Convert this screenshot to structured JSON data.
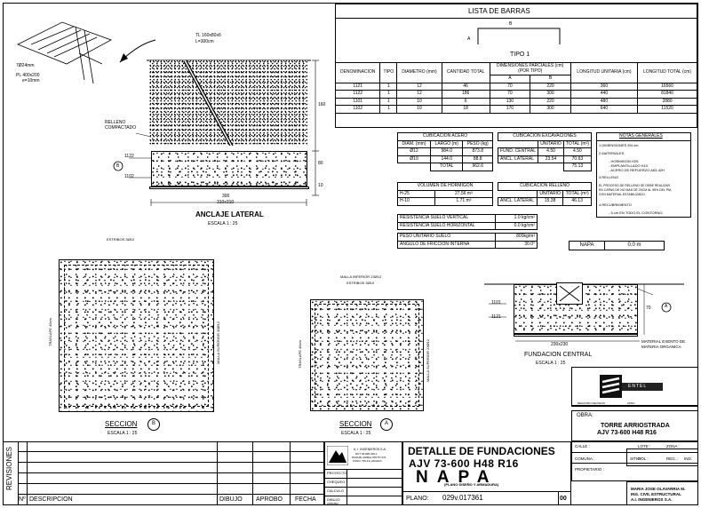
{
  "lista_barras": {
    "title": "LISTA DE BARRAS",
    "tipo_label": "TIPO 1",
    "shape_a": "A",
    "shape_b": "B",
    "headers": {
      "denominacion": "DENOMINACION",
      "tipo": "TIPO",
      "diametro": "DIAMETRO (mm)",
      "cantidad": "CANTIDAD TOTAL",
      "dimensiones": "DIMENSIONES PARCIALES (cm)",
      "por_tipo": "(POR TIPO)",
      "a": "A",
      "b": "B",
      "long_unit": "LONGITUD UNITARIA (cm)",
      "long_total": "LONGITUD TOTAL (cm)"
    },
    "rows": [
      [
        "1121",
        "1",
        "12",
        "46",
        "70",
        "220",
        "360",
        "16560"
      ],
      [
        "1122",
        "1",
        "12",
        "186",
        "70",
        "300",
        "440",
        "81840"
      ],
      [
        "1101",
        "1",
        "10",
        "6",
        "130",
        "220",
        "480",
        "2880"
      ],
      [
        "1102",
        "1",
        "10",
        "18",
        "170",
        "300",
        "640",
        "11520"
      ]
    ]
  },
  "cub_acero": {
    "title": "CUBICACION ACERO",
    "h_diam": "DIAM. (mm)",
    "h_largo": "LARGO (m)",
    "h_peso": "PESO (kg)",
    "rows": [
      [
        "Ø12",
        "984.0",
        "873.8"
      ],
      [
        "Ø10",
        "144.0",
        "88.8"
      ]
    ],
    "total_label": "TOTAL",
    "total": "962.6"
  },
  "cub_exc": {
    "title": "CUBICACION EXCAVACIONES",
    "h_unit": "UNITARIO",
    "h_total": "TOTAL (m³)",
    "rows": [
      [
        "FUND. CENTRAL",
        "4.50",
        "4.50"
      ],
      [
        "ANCL. LATERAL",
        "23.54",
        "70.63"
      ]
    ],
    "total": "75.13"
  },
  "vol_horm": {
    "title": "VOLUMEN DE HORMIGON",
    "rows": [
      [
        "H-25",
        "27.56 m³"
      ],
      [
        "H-10",
        "1.71 m³"
      ]
    ]
  },
  "cub_relleno": {
    "title": "CUBICACION RELLENO",
    "h_unit": "UNITARIO",
    "h_total": "TOTAL (m³)",
    "row": [
      "ANCL. LATERAL",
      "15.38",
      "46.13"
    ]
  },
  "suelo": {
    "rows": [
      [
        "RESISTENCIA SUELO VERTICAL",
        "1.0 kg/cm²"
      ],
      [
        "RESISTENCIA SUELO HORIZONTAL",
        "0.0 kg/cm²"
      ],
      [
        "PESO UNITARIO SUELO",
        "800kg/m³"
      ],
      [
        "ANGULO DE FRICCION INTERNA",
        "30.0°"
      ]
    ]
  },
  "notas": {
    "title": "NOTAS GENERALES",
    "lines": [
      "1.DIMENSIONES EN cm",
      "2.MATERIALES",
      "- HORMIGON  H25",
      "- EMPLANTILLADO H10",
      "- ACERO DE REFUERZO A63-42H",
      "3.RELLENO",
      "EL PROCESO DE RELLENO SE DEBE REALIZAR",
      "EN CAPAS DE NO MAS DE 20CM AL 95% DEL PM,",
      "CON MATERIAL ESTABILIZADO.",
      "4.RECUBRIMIENTO",
      "- 5 cm EN TODO EL CONTORNO."
    ]
  },
  "napa": {
    "label": "NAPA",
    "value": "0.0 m"
  },
  "anclaje": {
    "title": "ANCLAJE LATERAL",
    "scale": "ESCALA 1 : 25",
    "tl": "TL 160x80x6",
    "tl2": "L=300cm",
    "pernos": "7Ø24mm",
    "pl": "PL 400x200",
    "pl2": "e=10mm",
    "relleno": "RELLENO",
    "relleno2": "COMPACTADO",
    "b1122": "1122",
    "b1102": "1102",
    "b_circle": "B",
    "dim_300": "300",
    "dim_300b": "310x310",
    "dim_160": "160",
    "dim_80": "80",
    "dim_10": "10"
  },
  "seccion_b": {
    "title": "SECCION",
    "letter": "B",
    "scale": "ESCALA 1 : 25",
    "top_label": "ESTRIBOS 3Ø10",
    "left_label": "TRASLAPE 40cm",
    "right_label": "MALLA SUPERIOR 30Ø12"
  },
  "seccion_a": {
    "title": "SECCION",
    "letter": "A",
    "scale": "ESCALA 1 : 25",
    "top1": "MALLA INFERIOR 23Ø12",
    "top2": "ESTRIBOS 3Ø10",
    "left_label": "TRASLAPE 40cm",
    "right_label": "MALLA SUPERIOR 23Ø12"
  },
  "fundacion": {
    "title": "FUNDACION CENTRAL",
    "scale": "ESCALA 1 : 25",
    "b1101": "1101",
    "b1121": "1121",
    "dim": "230x230",
    "dim_70": "70",
    "circ_a": "A",
    "mat1": "MATERIAL EXENTO DE",
    "mat2": "MATERIA ORGANICA"
  },
  "title_block": {
    "logo_text": "ENTEL",
    "registro": "REGISTRO REVISION",
    "apro": "APRO",
    "obra_label": "OBRA:",
    "obra1": "TORRE ARRIOSTRADA",
    "obra2": "AJV 73-600 H48 R16",
    "calle": "CALLE :",
    "lote": "LOTE :",
    "zona": "ZONA :",
    "comuna": "COMUNA :",
    "rol": "ROL :",
    "propietario": "PROPIETARIO :",
    "sitio": "SITIO :",
    "reg": "REG. :",
    "ind": "IND.",
    "ing1": "MARIA JOSE OLAVARRIA M.",
    "ing2": "ING. CIVIL ESTRUCTURAL",
    "ing3": "A.I. INGENIEROS S.A.",
    "detalle1": "DETALLE DE FUNDACIONES",
    "detalle2": "AJV 73-600 H48 R16",
    "detalle3": "NAPA",
    "detalle4": "(PLANO DISEÑO Y ARMADURA)",
    "company": "A. I. INGENIEROS S.A.",
    "company2": "RUT 96.896.620-1",
    "company3": "PASAJE ANIBAL PINTO 370",
    "company4": "FONO: (56-41) 2222424",
    "proyecto": "PROYECTO",
    "chequeo": "CHEQUEO",
    "calculo": "CALCULO",
    "dibujo_label": "DIBUJO",
    "aprobo_label": "APROBO",
    "plano_label": "PLANO:",
    "plano": "029v.017361",
    "plano_num": "00"
  },
  "revisiones": {
    "vertical": "REVISIONES",
    "no": "Nº",
    "descripcion": "DESCRIPCION",
    "dibujo": "DIBUJO",
    "aprobo": "APROBO",
    "fecha": "FECHA"
  }
}
